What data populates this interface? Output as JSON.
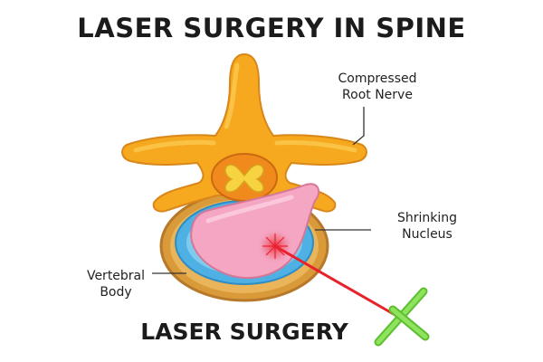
{
  "title": "LASER SURGERY IN SPINE",
  "subtitle": "LASER SURGERY",
  "labels": {
    "compressed_root_nerve": [
      "Compressed",
      "Root Nerve"
    ],
    "shrinking_nucleus": [
      "Shrinking",
      "Nucleus"
    ],
    "vertebral_body": [
      "Vertebral",
      "Body"
    ]
  },
  "colors": {
    "bone": "#f6a91e",
    "bone_light": "#fbc94f",
    "disc_ring": "#4fb1e3",
    "disc_outer": "#c98a2e",
    "nucleus": "#f4a6c3",
    "laser": "#e8222c",
    "laser_handle": "#7ad94a",
    "spinal_cord": "#f08a1c",
    "cord_center": "#f7d341"
  }
}
